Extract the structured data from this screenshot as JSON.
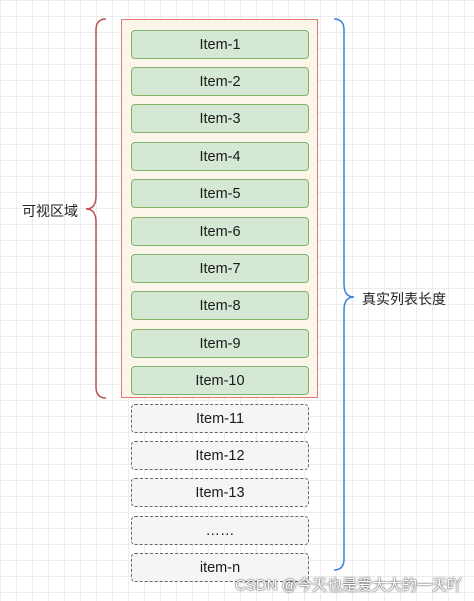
{
  "visible_region_label": "可视区域",
  "total_length_label": "真实列表长度",
  "visible_items": [
    "Item-1",
    "Item-2",
    "Item-3",
    "Item-4",
    "Item-5",
    "Item-6",
    "Item-7",
    "Item-8",
    "Item-9",
    "Item-10"
  ],
  "hidden_items": [
    "Item-11",
    "Item-12",
    "Item-13",
    "……",
    "item-n"
  ],
  "watermark": "CSDN @今天也是爱大大的一天吖",
  "colors": {
    "visible_item_fill": "#d5e8d4",
    "visible_item_border": "#82b366",
    "viewport_fill": "#fbf6e9",
    "viewport_border": "#e07b73",
    "hidden_item_fill": "#f5f5f5",
    "hidden_item_border": "#666666",
    "left_brace": "#b85450",
    "right_brace": "#3c84d8"
  }
}
